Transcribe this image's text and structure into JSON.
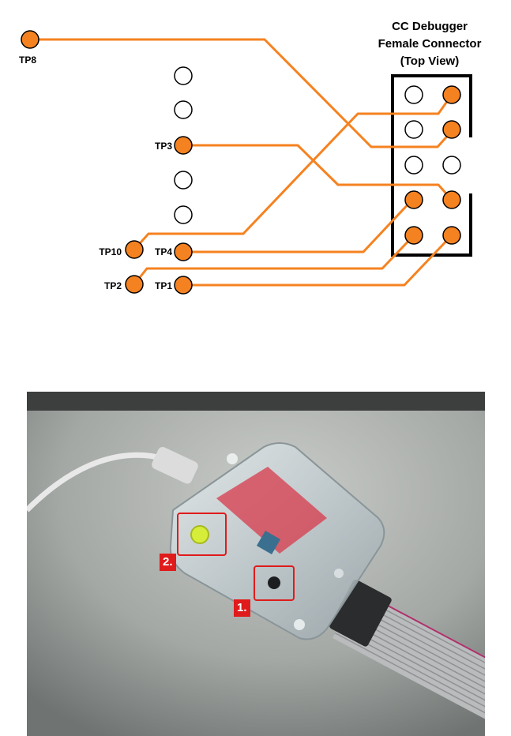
{
  "connector": {
    "title_line1": "CC Debugger",
    "title_line2": "Female Connector",
    "title_line3": "(Top View)"
  },
  "test_points": {
    "tp8": "TP8",
    "tp3": "TP3",
    "tp10": "TP10",
    "tp4": "TP4",
    "tp2": "TP2",
    "tp1": "TP1"
  },
  "photo": {
    "callout_1": "1.",
    "callout_2": "2."
  },
  "colors": {
    "wire": "#F58220",
    "pin_active": "#F58220",
    "pin_empty": "#ffffff",
    "callout": "#e01b1b"
  }
}
